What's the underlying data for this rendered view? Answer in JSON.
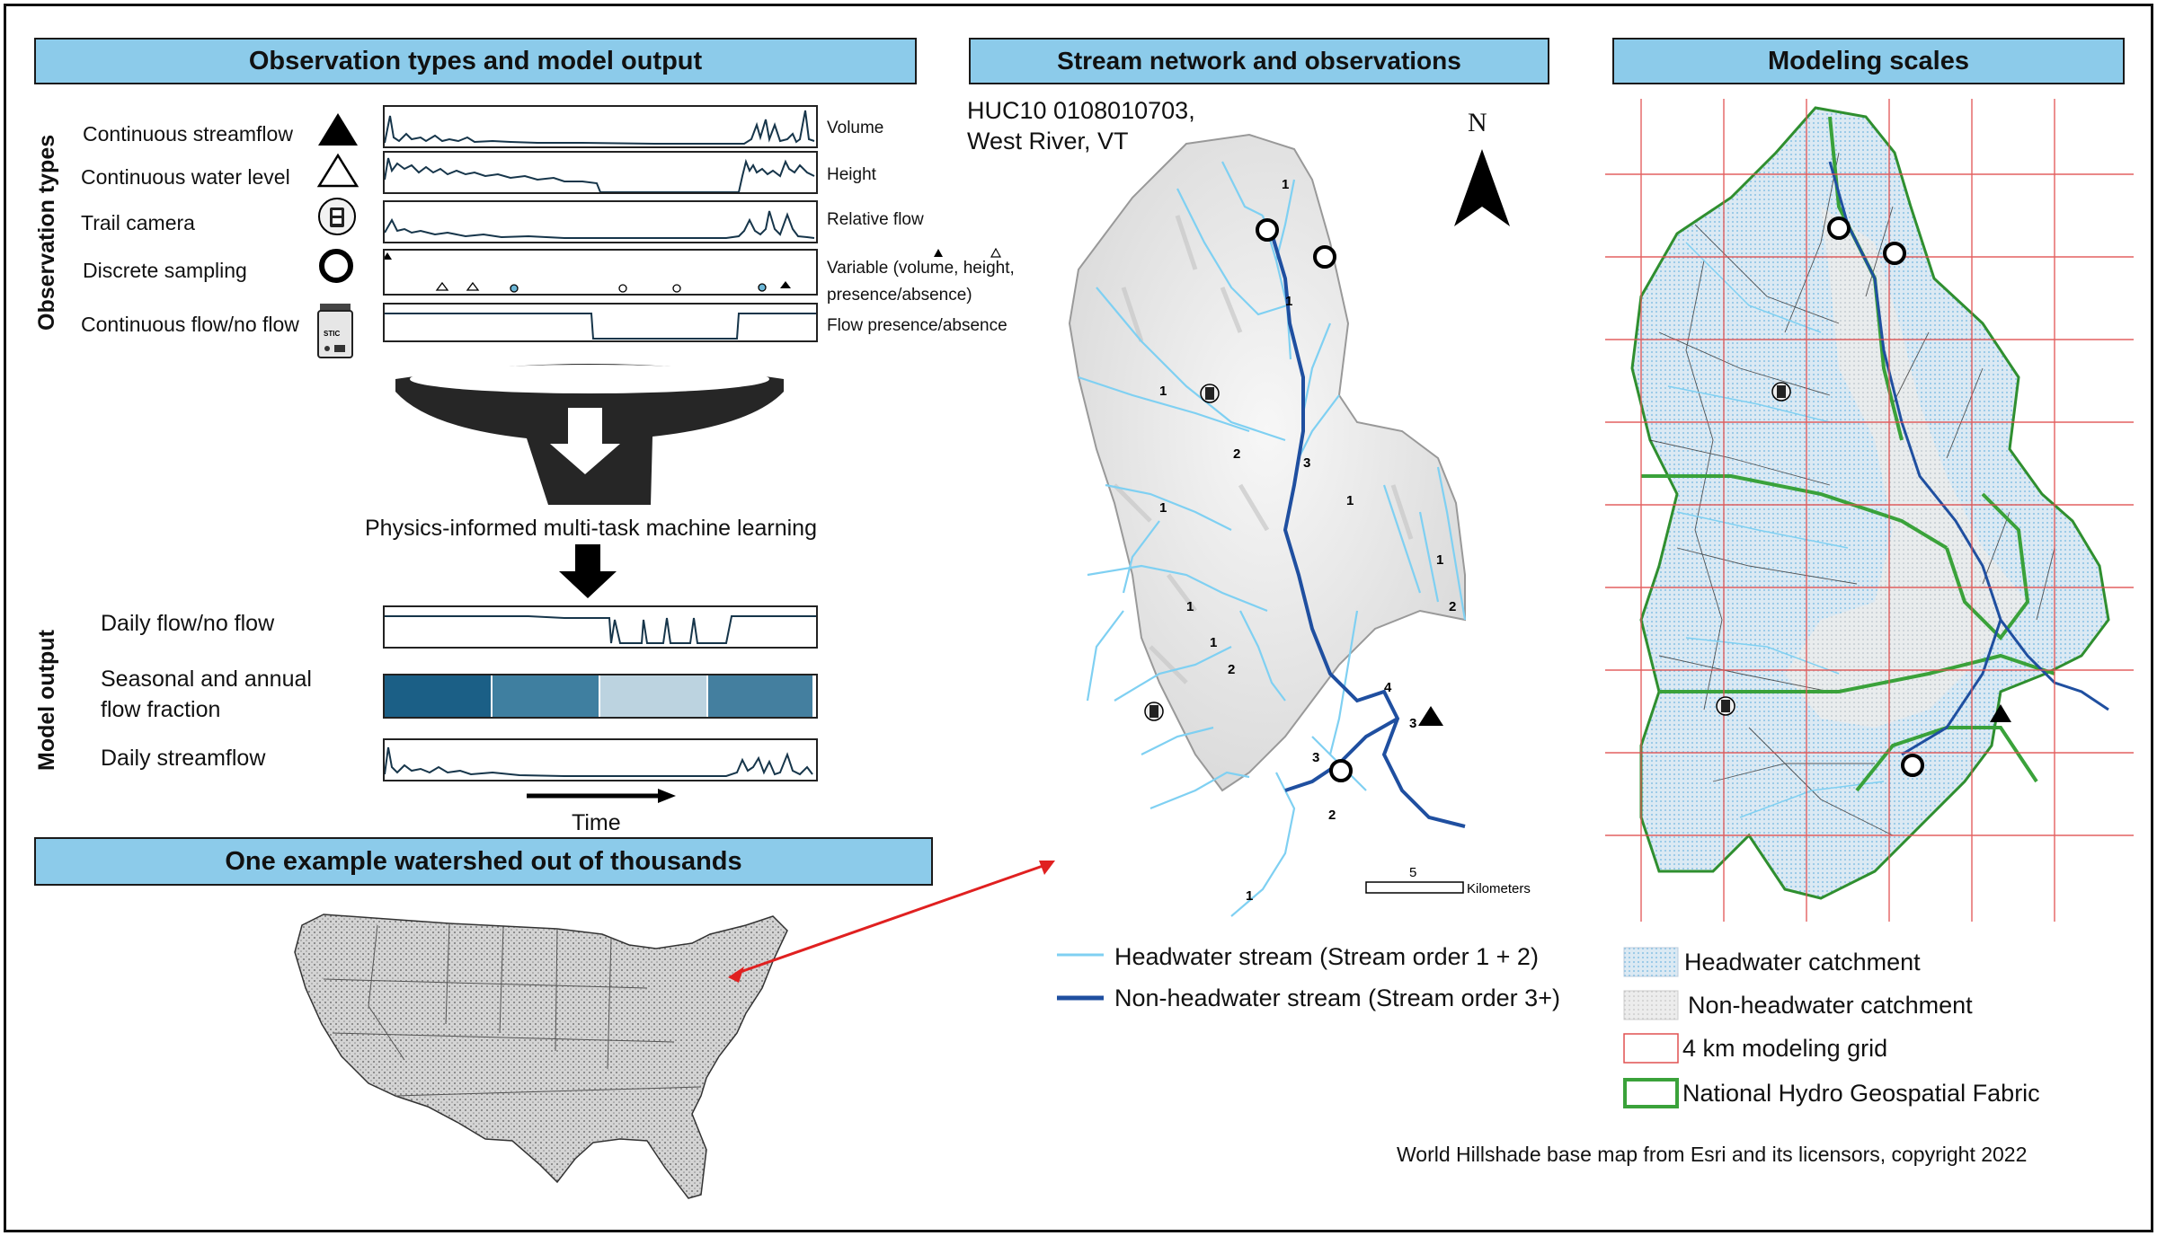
{
  "headers": {
    "observation": "Observation types and model output",
    "stream": "Stream network and observations",
    "scales": "Modeling scales",
    "example": "One example watershed out of thousands"
  },
  "side_labels": {
    "observation_types": "Observation types",
    "model_output": "Model output"
  },
  "observation_types": [
    {
      "name": "Continuous streamflow",
      "icon": "filled-triangle-icon",
      "measure": "Volume"
    },
    {
      "name": "Continuous water level",
      "icon": "open-triangle-icon",
      "measure": "Height"
    },
    {
      "name": "Trail camera",
      "icon": "trail-camera-icon",
      "measure": "Relative flow"
    },
    {
      "name": "Discrete sampling",
      "icon": "open-circle-icon",
      "measure": "Variable (volume, height, presence/absence)"
    },
    {
      "name": "Continuous flow/no flow",
      "icon": "stic-sensor-icon",
      "measure": "Flow presence/absence"
    }
  ],
  "discrete_measure_lines": [
    "Variable (volume, height,",
    "presence/absence)"
  ],
  "sensor_text": "STIC",
  "ml_label": "Physics-informed multi-task machine learning",
  "model_outputs": [
    {
      "name": "Daily flow/no flow"
    },
    {
      "name": "Seasonal and annual flow fraction",
      "lines": [
        "Seasonal and annual",
        "flow fraction"
      ]
    },
    {
      "name": "Daily streamflow"
    }
  ],
  "flow_fraction_colors": [
    "#1b5f86",
    "#3f7fa0",
    "#bcd3e0",
    "#447f9f"
  ],
  "time_label": "Time",
  "map_title_lines": [
    "HUC10 0108010703,",
    "West River, VT"
  ],
  "north_label": "N",
  "scale_bar": {
    "value": "5",
    "unit": "Kilometers"
  },
  "stream_orders": [
    "1",
    "2",
    "3",
    "4"
  ],
  "stream_legend": [
    {
      "label": "Headwater stream (Stream order 1 + 2)",
      "color": "#7fd0f2"
    },
    {
      "label": "Non-headwater stream (Stream order 3+)",
      "color": "#1f4fa0"
    }
  ],
  "scales_legend": [
    {
      "label": "Headwater catchment",
      "icon": "headwater-swatch"
    },
    {
      "label": "Non-headwater catchment",
      "icon": "non-headwater-swatch"
    },
    {
      "label": "4 km modeling grid",
      "icon": "grid-swatch"
    },
    {
      "label": "National Hydro Geospatial Fabric",
      "icon": "nhgf-swatch"
    }
  ],
  "credit": "World Hillshade base map from Esri and its licensors, copyright 2022",
  "colors": {
    "header_fill": "#8ccbea",
    "headwater": "#7fd0f2",
    "non_headwater": "#1f4fa0",
    "grid": "#e05050",
    "nhgf": "#3aa23a",
    "connector_arrow": "#e02020"
  }
}
